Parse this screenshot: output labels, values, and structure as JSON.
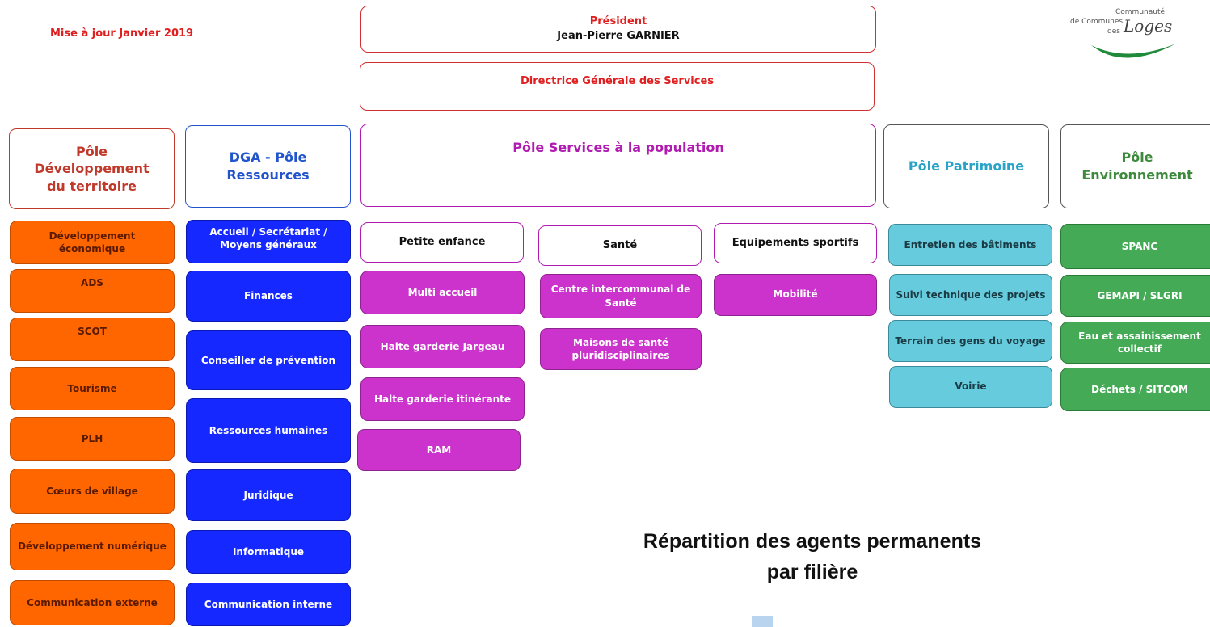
{
  "update_note": "Mise à jour Janvier 2019",
  "logo": {
    "line1": "Communauté",
    "line2": "de Communes",
    "line3": "des",
    "brand": "Loges",
    "colors": {
      "text": "#444444",
      "swoosh": "#1e8a3a"
    }
  },
  "president": {
    "title": "Président",
    "name": "Jean-Pierre GARNIER"
  },
  "dgs": {
    "title": "Directrice Générale des Services"
  },
  "poles": {
    "developpement": {
      "title": "Pôle Développement du territoire",
      "color": "#c0392b",
      "items": [
        "Développement économique",
        "ADS",
        "SCOT",
        "Tourisme",
        "PLH",
        "Cœurs de village",
        "Développement numérique",
        "Communication externe"
      ]
    },
    "ressources": {
      "title": "DGA -  Pôle Ressources",
      "color": "#2255cc",
      "items": [
        "Accueil / Secrétariat / Moyens généraux",
        "Finances",
        "Conseiller de prévention",
        "Ressources humaines",
        "Juridique",
        "Informatique",
        "Communication interne"
      ]
    },
    "population": {
      "title": "Pôle Services à la population",
      "color": "#b01bb0",
      "petite_enfance": {
        "header": "Petite enfance",
        "items": [
          "Multi accueil",
          "Halte garderie Jargeau",
          "Halte garderie itinérante",
          "RAM"
        ]
      },
      "sante": {
        "header": "Santé",
        "items": [
          "Centre intercommunal de Santé",
          "Maisons de santé pluridisciplinaires"
        ]
      },
      "sport": {
        "header": "Equipements sportifs",
        "items": [
          "Mobilité"
        ]
      }
    },
    "patrimoine": {
      "title": "Pôle Patrimoine",
      "color": "#2aa3c8",
      "items": [
        "Entretien des bâtiments",
        "Suivi technique des projets",
        "Terrain des gens du voyage",
        "Voirie"
      ]
    },
    "environnement": {
      "title": "Pôle Environnement",
      "color": "#3d8a3d",
      "items": [
        "SPANC",
        "GEMAPI / SLGRI",
        "Eau et assainissement collectif",
        "Déchets / SITCOM"
      ]
    }
  },
  "footer_title": "Répartition des agents permanents par filière",
  "accent_colors": {
    "orange": "#ff6600",
    "blue": "#1428ff",
    "magenta": "#cc33cc",
    "cyan": "#66ccdd",
    "green": "#44aa55",
    "red": "#e03030"
  }
}
